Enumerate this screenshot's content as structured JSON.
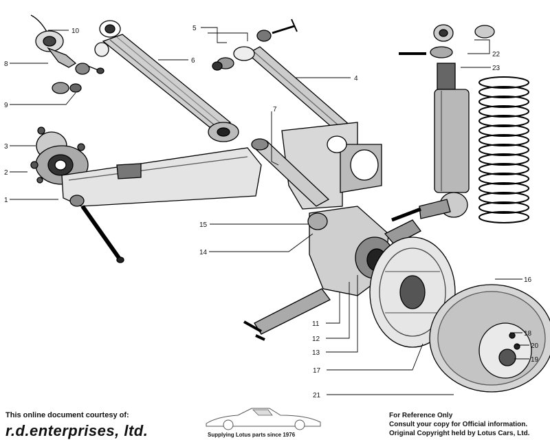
{
  "callouts": {
    "c1": "1",
    "c2": "2",
    "c3": "3",
    "c4": "4",
    "c5": "5",
    "c6": "6",
    "c7": "7",
    "c8": "8",
    "c9": "9",
    "c10": "10",
    "c11": "11",
    "c12": "12",
    "c13": "13",
    "c14": "14",
    "c15": "15",
    "c16": "16",
    "c17": "17",
    "c18": "18",
    "c19": "19",
    "c20": "20",
    "c21": "21",
    "c22": "22",
    "c23": "23"
  },
  "footer": {
    "courtesy": "This online document courtesy of:",
    "brand": "r.d.enterprises, ltd.",
    "tagline": "Supplying Lotus parts since 1976",
    "reference": "For Reference Only",
    "consult": "Consult your copy for Official information.",
    "copyright": "Original Copyright held by Lotus Cars, Ltd."
  }
}
